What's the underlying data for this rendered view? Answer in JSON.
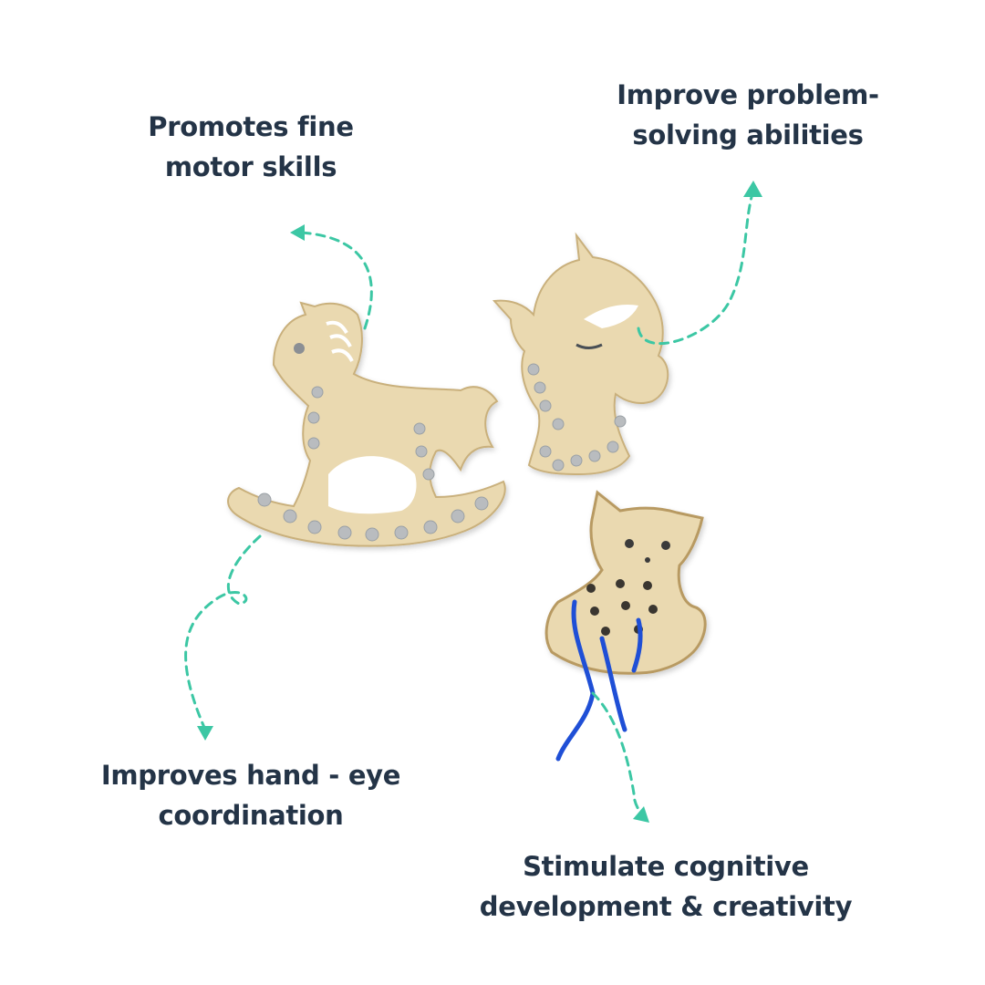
{
  "captions": {
    "fine_motor": {
      "line1": "Promotes fine",
      "line2": "motor skills"
    },
    "problem_solving": {
      "line1": "Improve problem-",
      "line2": "solving abilities"
    },
    "hand_eye": {
      "line1": "Improves hand - eye",
      "line2": "coordination"
    },
    "cognitive": {
      "line1": "Stimulate cognitive",
      "line2": "development & creativity"
    }
  },
  "colors": {
    "text": "#243447",
    "arrow": "#3cc7a4",
    "wood": "#ead9b0",
    "wood_edge": "#c9b07c",
    "lace": "#1f4fd6"
  },
  "illustrations": [
    "rocking-horse-lacing-toy",
    "unicorn-lacing-toy",
    "cat-lacing-toy"
  ]
}
